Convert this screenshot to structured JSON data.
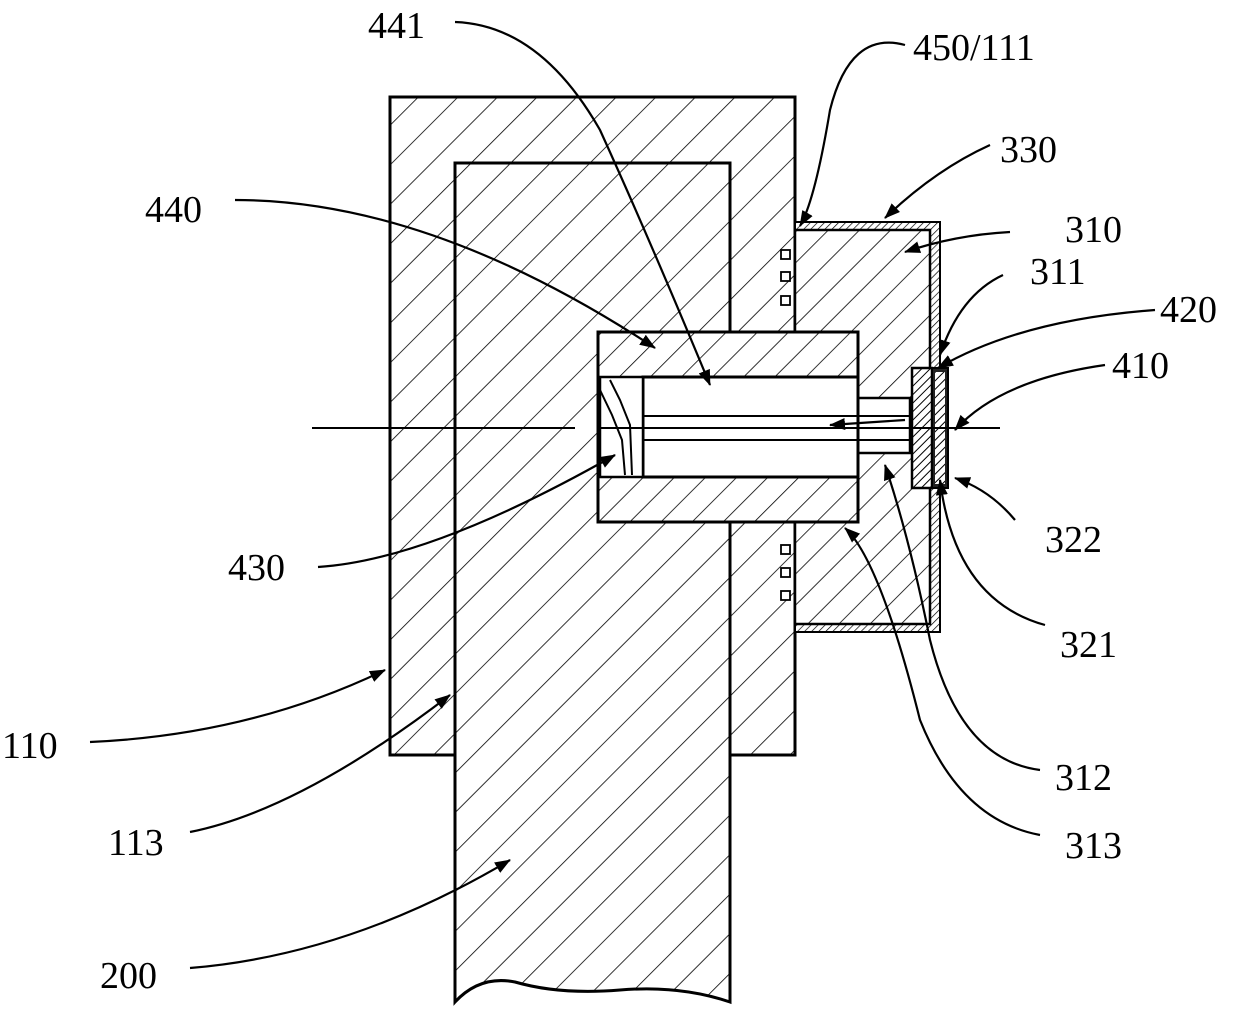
{
  "diagram": {
    "labels": {
      "l441": "441",
      "l450_111": "450/111",
      "l330": "330",
      "l440": "440",
      "l310": "310",
      "l311": "311",
      "l420": "420",
      "l410": "410",
      "l430": "430",
      "l322": "322",
      "l321": "321",
      "l110": "110",
      "l312": "312",
      "l113": "113",
      "l313": "313",
      "l200": "200"
    }
  }
}
